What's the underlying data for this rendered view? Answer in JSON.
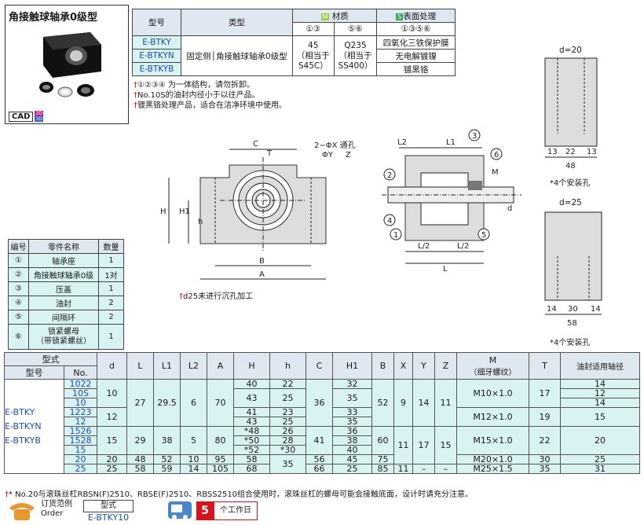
{
  "title": "角接触球轴承0级型",
  "cad": {
    "label": "CAD",
    "b1": "2D",
    "b2": "3D"
  },
  "spec": {
    "h_model": "型号",
    "h_type": "类型",
    "h_material": "材质",
    "h_surface": "表面处理",
    "m_badge": "M",
    "s_badge": "S",
    "models": [
      "E-BTKY",
      "E-BTKYN",
      "E-BTKYB"
    ],
    "type1": "固定侧",
    "type2": "角接触球轴承0级型",
    "mat1_ref": "①③",
    "mat1": "45",
    "mat1_note": "（相当于",
    "mat1_note2": "S45C）",
    "mat2_ref": "⑤⑥",
    "mat2": "Q235",
    "mat2_note": "（相当于",
    "mat2_note2": "SS400）",
    "surf_ref": "①③⑤⑥",
    "surf": [
      "四氧化三铁保护膜",
      "无电解镀镍",
      "镀黑铬"
    ]
  },
  "notes": [
    "①②③④ 为一体结构，请勿拆卸。",
    "No.10S的油封内径小于以往产品。",
    "镀黑铬处理产品，适合在洁净环境中使用。"
  ],
  "d25note": "d25未进行沉孔加工",
  "d20": {
    "title": "d=20",
    "v": [
      "13",
      "22",
      "13"
    ],
    "w": "48",
    "note": "*4个安装孔"
  },
  "d25": {
    "title": "d=25",
    "v": [
      "14",
      "30",
      "14"
    ],
    "w": "58",
    "note": "*4个安装孔"
  },
  "drawing": {
    "C": "C",
    "T": "T",
    "hole": "2−ΦX 通孔",
    "hole2": "ΦY",
    "hole3": "Z",
    "H": "H",
    "H1": "H1",
    "h": "h",
    "A": "A",
    "B": "B",
    "L2": "L2",
    "L1": "L1",
    "L": "L",
    "L2b": "L/2",
    "L2c": "L/2",
    "d": "d",
    "M": "M",
    "n": [
      "1",
      "2",
      "3",
      "4",
      "5",
      "6"
    ]
  },
  "parts": {
    "headers": [
      "编号",
      "零件名称",
      "数量"
    ],
    "rows": [
      [
        "①",
        "轴承座",
        "1"
      ],
      [
        "②",
        "角接触球轴承0级",
        "1对"
      ],
      [
        "③",
        "压盖",
        "1"
      ],
      [
        "④",
        "油封",
        "2"
      ],
      [
        "⑤",
        "间隔环",
        "2"
      ],
      [
        "⑥",
        "锁紧螺母\n（带锁紧螺丝）",
        "1"
      ]
    ]
  },
  "table": {
    "h_form": "型式",
    "h_model": "型号",
    "h_no": "No.",
    "cols": [
      "d",
      "L",
      "L1",
      "L2",
      "A",
      "H",
      "h",
      "C",
      "H1",
      "B",
      "X",
      "Y",
      "Z"
    ],
    "h_M": "M",
    "h_M2": "（细牙螺纹）",
    "h_T": "T",
    "h_oil": "油封适用轴径",
    "models": [
      "E-BTKY",
      "E-BTKYN",
      "E-BTKYB"
    ],
    "nos": [
      "1022",
      "10S",
      "10",
      "1223",
      "12",
      "1526",
      "1528",
      "15",
      "20",
      "25"
    ],
    "d": [
      "10",
      "12",
      "15",
      "20",
      "25"
    ],
    "L": [
      "27",
      "29",
      "48",
      "58"
    ],
    "L1": [
      "29.5",
      "38",
      "52",
      "59"
    ],
    "L2": [
      "6",
      "5",
      "10",
      "14"
    ],
    "A": [
      "70",
      "80",
      "95",
      "105"
    ],
    "H": [
      "40",
      "43",
      "41",
      "43",
      "*48",
      "*50",
      "*52",
      "58",
      "68"
    ],
    "h": [
      "22",
      "25",
      "23",
      "25",
      "26",
      "28",
      "*30",
      "35"
    ],
    "C": [
      "36",
      "41",
      "56",
      "66"
    ],
    "H1": [
      "32",
      "35",
      "33",
      "35",
      "36",
      "38",
      "40",
      "45",
      "25"
    ],
    "B": [
      "52",
      "60",
      "75",
      "85"
    ],
    "X": [
      "9",
      "11",
      "11"
    ],
    "Y": [
      "14",
      "17",
      "–"
    ],
    "Z": [
      "11",
      "15",
      "–"
    ],
    "M": [
      "M10×1.0",
      "M12×1.0",
      "M15×1.0",
      "M20×1.0",
      "M25×1.5"
    ],
    "T": [
      "17",
      "19",
      "22",
      "30",
      "35"
    ],
    "oil": [
      "14",
      "12",
      "14",
      "15",
      "20",
      "25",
      "31"
    ]
  },
  "footnote": "* No.20与滚珠丝杠RBSN(F)2510、RBSE(F)2510、RBSS2510组合使用时，滚珠丝杠的螺母可能会接触底面，设计时请充分注意。",
  "order": {
    "label": "订货范例",
    "label2": "Order",
    "h": "型式",
    "v": "E-BTKY10",
    "days": "5",
    "days_label": "个工作日"
  }
}
